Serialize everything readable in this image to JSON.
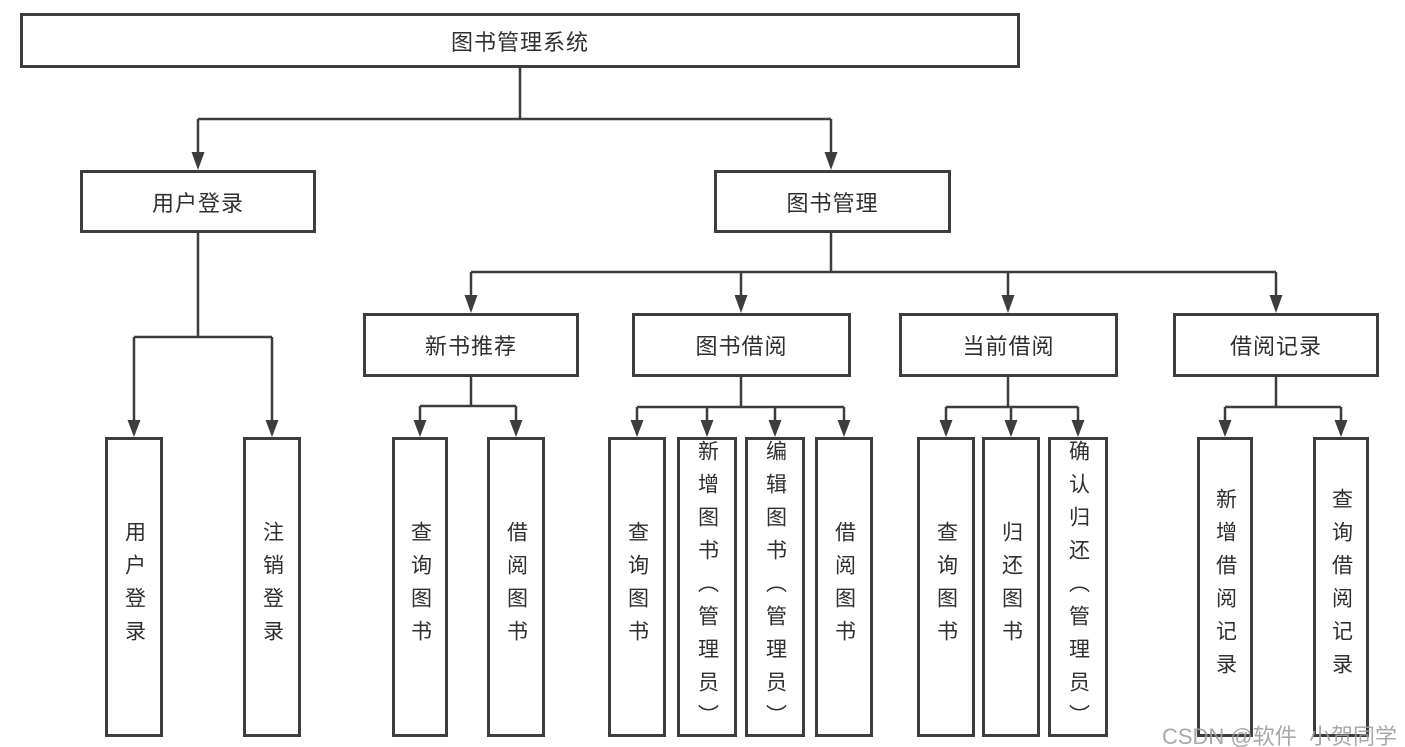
{
  "tree": {
    "label": "图书管理系统",
    "children": [
      {
        "label": "用户登录",
        "children": [
          {
            "label": "用户登录"
          },
          {
            "label": "注销登录"
          }
        ]
      },
      {
        "label": "图书管理",
        "children": [
          {
            "label": "新书推荐",
            "children": [
              {
                "label": "查询图书"
              },
              {
                "label": "借阅图书"
              }
            ]
          },
          {
            "label": "图书借阅",
            "children": [
              {
                "label": "查询图书"
              },
              {
                "label": "新增图书（管理员）"
              },
              {
                "label": "编辑图书（管理员）"
              },
              {
                "label": "借阅图书"
              }
            ]
          },
          {
            "label": "当前借阅",
            "children": [
              {
                "label": "查询图书"
              },
              {
                "label": "归还图书"
              },
              {
                "label": "确认归还（管理员）"
              }
            ]
          },
          {
            "label": "借阅记录",
            "children": [
              {
                "label": "新增借阅记录"
              },
              {
                "label": "查询借阅记录"
              }
            ]
          }
        ]
      }
    ]
  },
  "watermark": "CSDN @软件_小贺同学",
  "colors": {
    "line": "#3d3d3d",
    "text": "#2f2f2f",
    "background": "#ffffff",
    "watermark": "#9f9f9f"
  }
}
